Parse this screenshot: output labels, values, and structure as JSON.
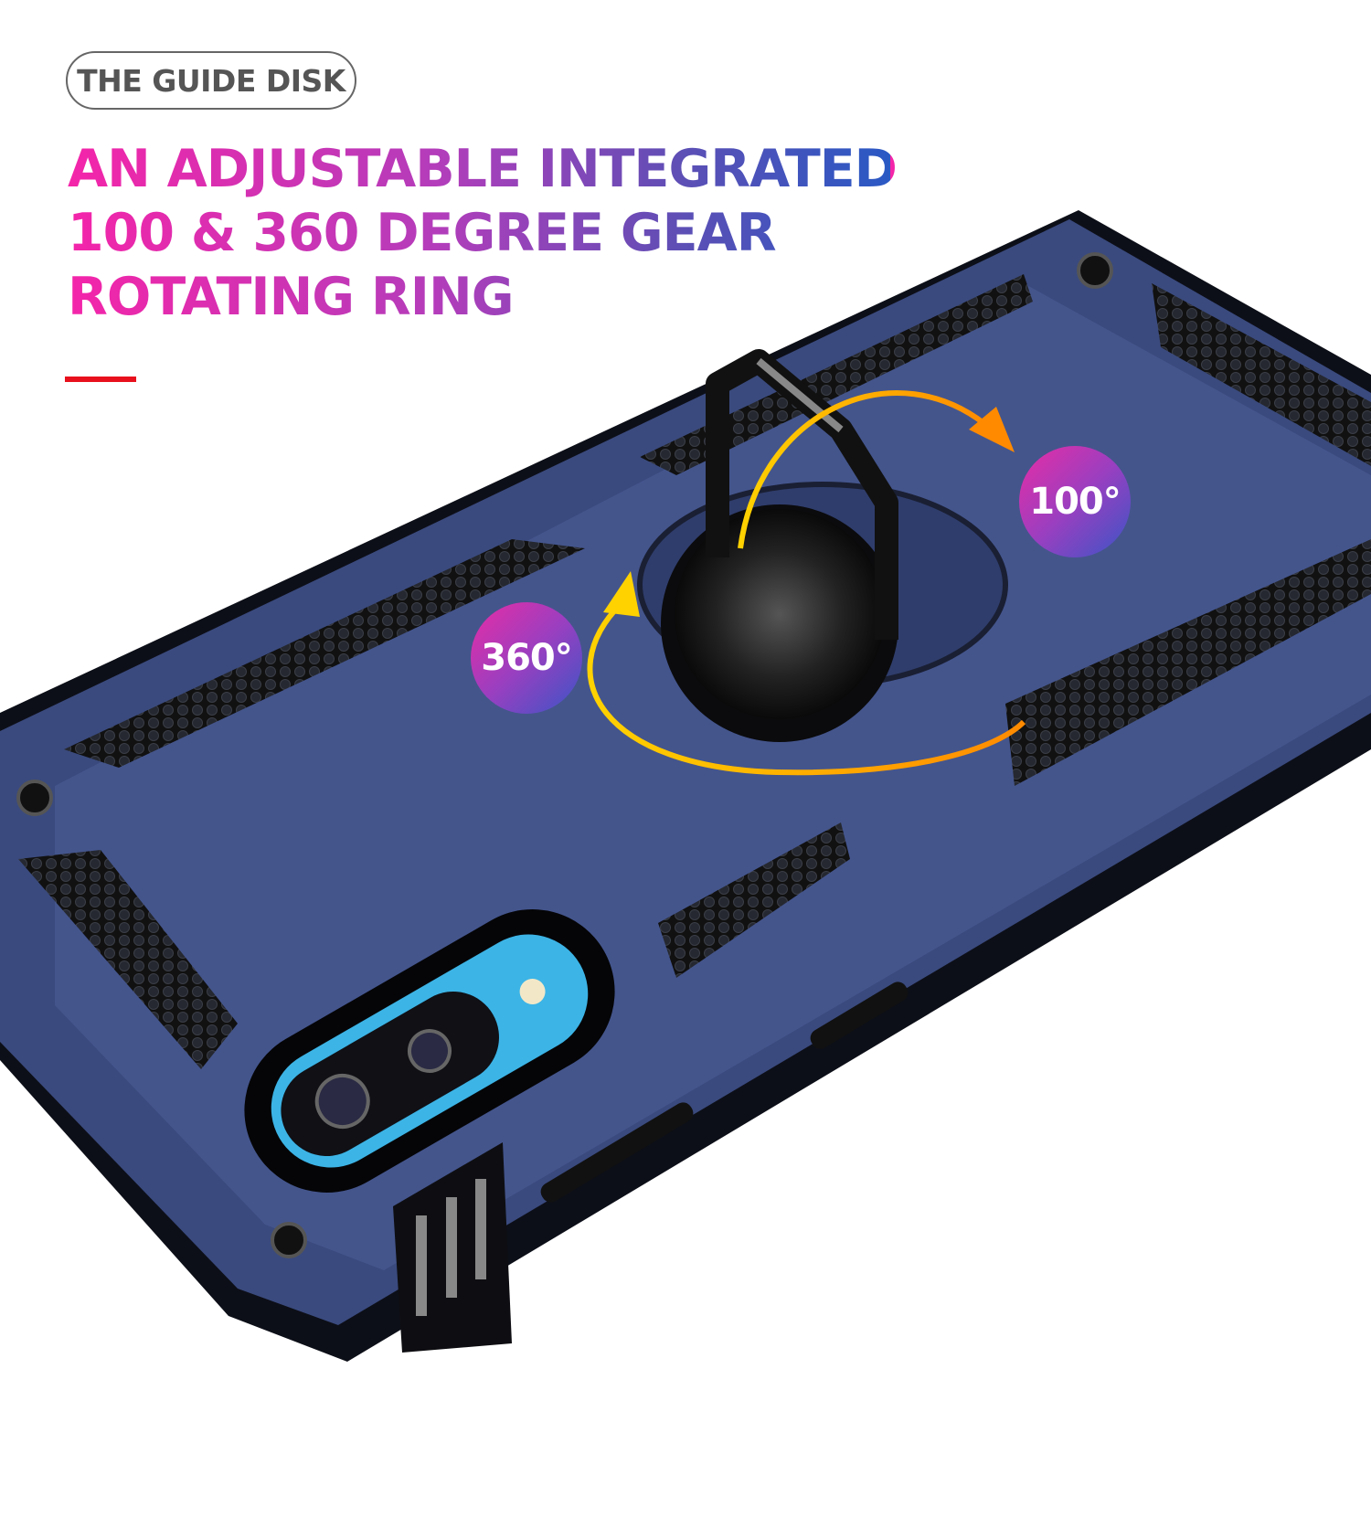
{
  "tag_label": "THE GUIDE DISK",
  "headline": {
    "lines": [
      "AN ADJUSTABLE INTEGRATED",
      "100 & 360 DEGREE GEAR",
      "ROTATING RING"
    ]
  },
  "badges": {
    "rotate": "360°",
    "tilt": "100°"
  },
  "colors": {
    "gradient_start": "#f425a9",
    "gradient_end": "#2a59c4",
    "accent_bar": "#e8101c",
    "case_blue": "#3a4a7e",
    "arrow": "#f7b500"
  }
}
